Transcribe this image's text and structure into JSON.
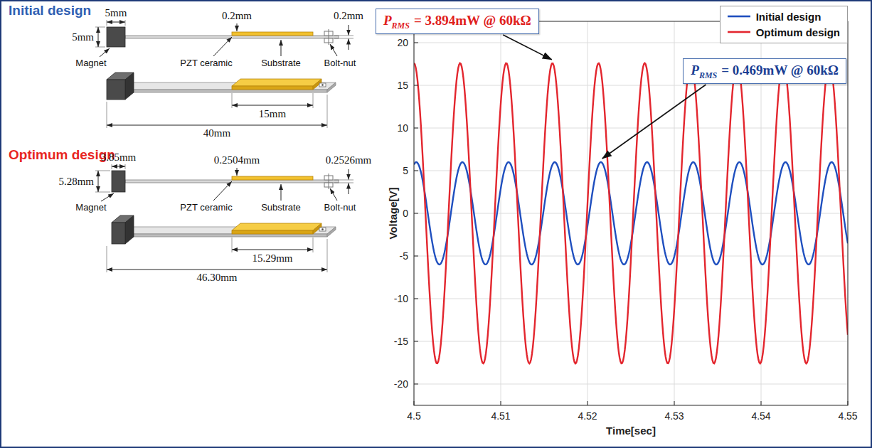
{
  "diagram": {
    "nodes": [
      {
        "text": [
          "P",
          "RMS",
          "= 3.894mW @ 60kΩ"
        ]
      },
      {
        "text": [
          "P",
          "RMS",
          "= 0.469mW @ 60kΩ"
        ]
      }
    ],
    "labels": [
      "Initial design",
      "5mm",
      "5mm",
      "0.2mm",
      "0.2mm",
      "Magnet",
      "PZT ceramic",
      "Substrate",
      "Bolt-nut",
      "15mm",
      "40mm",
      "Optimum design",
      "3.85mm",
      "5.28mm",
      "0.2504mm",
      "0.2526mm",
      "Magnet",
      "PZT ceramic",
      "Substrate",
      "Bolt-nut",
      "15.29mm",
      "46.30mm",
      "20",
      "15",
      "10",
      "5",
      "0",
      "-5",
      "-10",
      "-15",
      "-20",
      "4.5",
      "4.51",
      "4.52",
      "4.53",
      "4.54",
      "4.55",
      "Voltage[V]",
      "Time[sec]"
    ],
    "legend": [
      {
        "text": "Initial design"
      },
      {
        "text": "Optimum design"
      }
    ]
  }
}
